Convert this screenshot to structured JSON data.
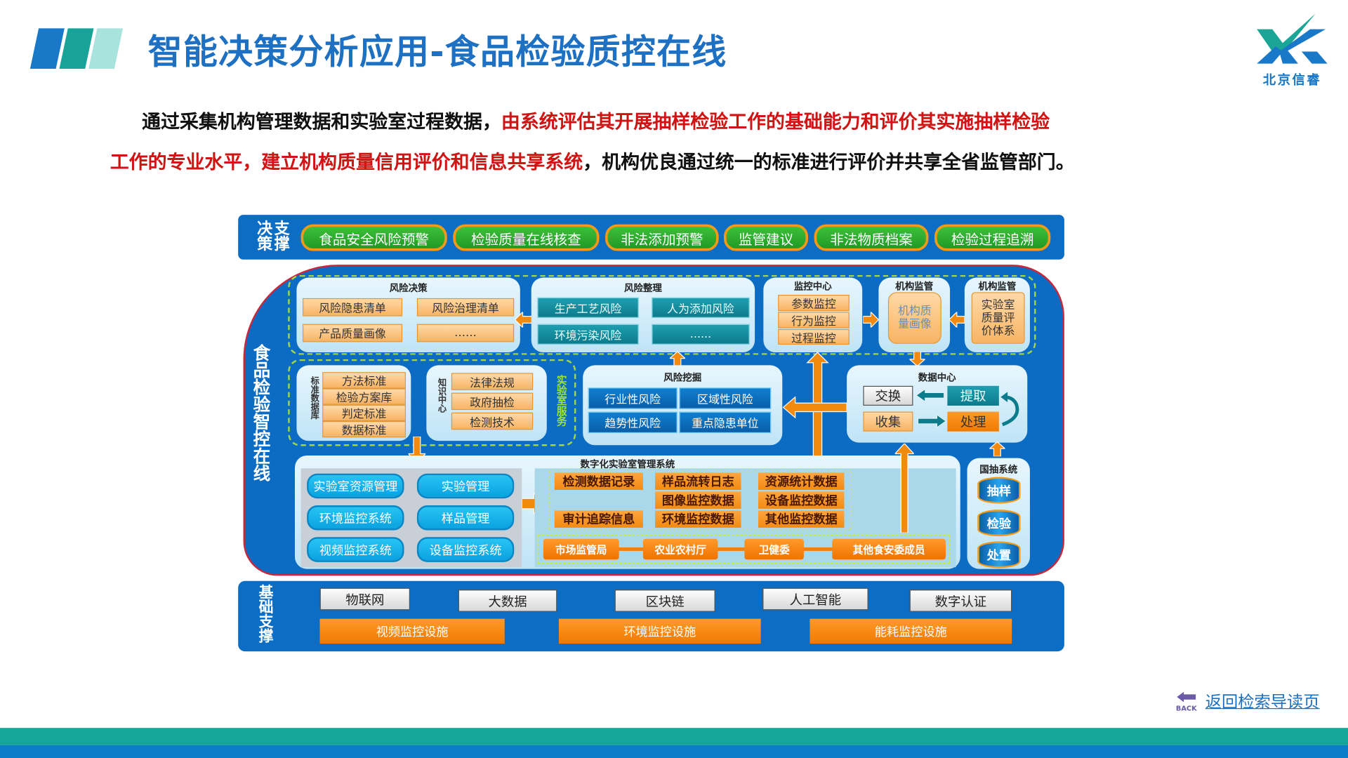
{
  "header": {
    "title": "智能决策分析应用-食品检验质控在线",
    "colors": {
      "blue": "#1d70c2",
      "teal": "#16a69a",
      "light_teal": "#a9e3dd"
    }
  },
  "intro": {
    "line1_black": "通过采集机构管理数据和实验室过程数据，",
    "line1_red": "由系统评估其开展抽样检验工作的基础能力和评价其实施抽样检验",
    "line2_red": "工作的专业水平，建立机构质量信用评价和信息共享系统",
    "line2_black": "，机构优良通过统一的标准进行评价并共享全省监管部门。"
  },
  "decision": {
    "label": "决策支撑",
    "items": [
      "食品安全风险预警",
      "检验质量在线核查",
      "非法添加预警",
      "监管建议",
      "非法物质档案",
      "检验过程追溯"
    ]
  },
  "main": {
    "label": "食品检验智控在线"
  },
  "risk_decision": {
    "title": "风险决策",
    "items": [
      "风险隐患清单",
      "风险治理清单",
      "产品质量画像",
      "……"
    ]
  },
  "risk_sort": {
    "title": "风险整理",
    "items": [
      "生产工艺风险",
      "人为添加风险",
      "环境污染风险",
      "......"
    ]
  },
  "monitor": {
    "title": "监控中心",
    "items": [
      "参数监控",
      "行为监控",
      "过程监控"
    ]
  },
  "inst1": {
    "title": "机构监管",
    "box": "机构质量画像"
  },
  "inst2": {
    "title": "机构监管",
    "box": "实验室质量评价体系"
  },
  "standard_db": {
    "label": "标准数据库",
    "items": [
      "方法标准",
      "检验方案库",
      "判定标准",
      "数据标准"
    ]
  },
  "knowledge": {
    "label": "知识中心",
    "items": [
      "法律法规",
      "政府抽检",
      "检测技术"
    ]
  },
  "lab_service": "实验室服务",
  "risk_mining": {
    "title": "风险挖掘",
    "items": [
      "行业性风险",
      "区域性风险",
      "趋势性风险",
      "重点隐患单位"
    ]
  },
  "data_center": {
    "title": "数据中心",
    "exchange": "交换",
    "extract": "提取",
    "collect": "收集",
    "process": "处理"
  },
  "lab_system": {
    "title": "数字化实验室管理系统",
    "modules": [
      "实验室资源管理",
      "实验管理",
      "环境监控系统",
      "样品管理",
      "视频监控系统",
      "设备监控系统"
    ],
    "data": [
      "检测数据记录",
      "样品流转日志",
      "资源统计数据",
      "图像监控数据",
      "设备监控数据",
      "审计追踪信息",
      "环境监控数据",
      "其他监控数据"
    ],
    "depts": [
      "市场监管局",
      "农业农村厅",
      "卫健委",
      "其他食安委成员"
    ]
  },
  "national": {
    "title": "国抽系统",
    "items": [
      "抽样",
      "检验",
      "处置"
    ]
  },
  "foundation": {
    "label": "基础支撑",
    "tech": [
      "物联网",
      "大数据",
      "区块链",
      "人工智能",
      "数字认证"
    ],
    "facilities": [
      "视频监控设施",
      "环境监控设施",
      "能耗监控设施"
    ]
  },
  "logo": {
    "text": "北京信睿"
  },
  "back": {
    "icon_text": "BACK",
    "label": "返回检索导读页"
  }
}
